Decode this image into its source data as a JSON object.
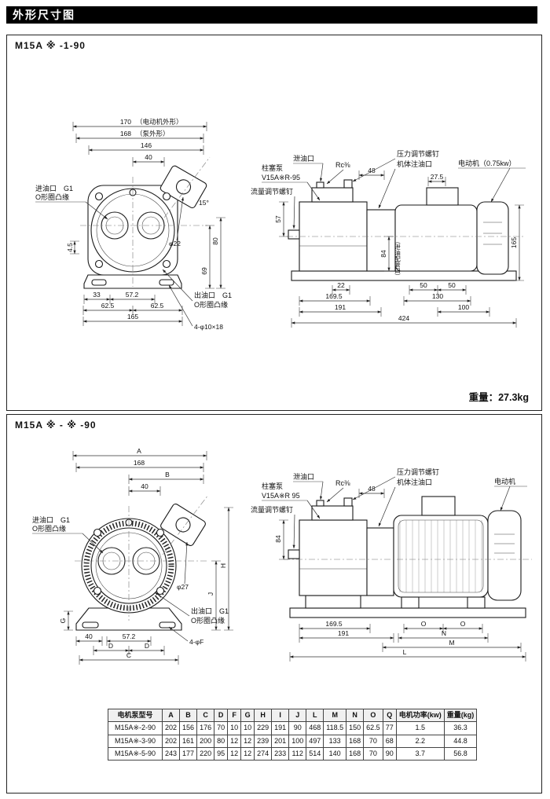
{
  "header": {
    "title": "外形尺寸图"
  },
  "s1": {
    "title": "M15A ※ -1-90",
    "weight": "重量：27.3kg",
    "front": {
      "d170": "170",
      "d170_note": "（电动机外形）",
      "d168": "168",
      "d168_note": "（泵外形）",
      "d146": "146",
      "d40": "40",
      "inlet_line1": "进油口　G1",
      "inlet_line2": "O形圈凸缘",
      "d4_5": "4.5",
      "phi22": "φ22",
      "deg15": "15°",
      "d69": "69",
      "d80": "80",
      "d33": "33",
      "d57_2": "57.2",
      "d62_5a": "62.5",
      "d62_5b": "62.5",
      "d165": "165",
      "outlet_line1": "出油口　G1",
      "outlet_line2": "O形圈凸缘",
      "holes": "4-φ10×18"
    },
    "side": {
      "drain": "泄油口",
      "rc": "Rc⅜",
      "d48": "48",
      "pressure_screw": "压力调节螺钉",
      "oil_fill": "机体注油口",
      "d27_5": "27.5",
      "motor": "电动机（0.75kw）",
      "pump1": "柱塞泵",
      "pump2": "V15A※R-95",
      "flow_screw": "流量调节螺钉",
      "d57": "57",
      "d84": "84",
      "drain_pipe_note": "（泄油配管口）",
      "d165": "165",
      "d22": "22",
      "d50a": "50",
      "d50b": "50",
      "d130": "130",
      "d169_5": "169.5",
      "d191": "191",
      "d100": "100",
      "d424": "424"
    }
  },
  "s2": {
    "title": "M15A ※ - ※ -90",
    "front": {
      "dA": "A",
      "d168": "168",
      "dB": "B",
      "d40": "40",
      "inlet_line1": "进油口　G1",
      "inlet_line2": "O形圈凸缘",
      "dG": "G",
      "d40b": "40",
      "d57_2": "57.2",
      "dD1": "D",
      "dD2": "D",
      "dC": "C",
      "outlet_line1": "出油口　G1",
      "outlet_line2": "O形圈凸缘",
      "holes": "4-φF",
      "phi27": "φ27",
      "dH": "H",
      "dJ": "J"
    },
    "side": {
      "drain": "泄油口",
      "rc": "Rc⅜",
      "d48": "48",
      "pressure_screw": "压力调节螺钉",
      "oil_fill": "机体注油口",
      "motor": "电动机",
      "pump1": "柱塞泵",
      "pump2": "V15A※R 95",
      "flow_screw": "流量调节螺钉",
      "d84": "84",
      "d169_5": "169.5",
      "d191": "191",
      "dO1": "O",
      "dO2": "O",
      "dN": "N",
      "dM": "M",
      "dL": "L"
    }
  },
  "table": {
    "headers": [
      "电机泵型号",
      "A",
      "B",
      "C",
      "D",
      "F",
      "G",
      "H",
      "I",
      "J",
      "L",
      "M",
      "N",
      "O",
      "Q",
      "电机功率(kw)",
      "重量(kg)"
    ],
    "rows": [
      [
        "M15A※-2-90",
        "202",
        "156",
        "176",
        "70",
        "10",
        "10",
        "229",
        "191",
        "90",
        "468",
        "118.5",
        "150",
        "62.5",
        "77",
        "1.5",
        "36.3"
      ],
      [
        "M15A※-3-90",
        "202",
        "161",
        "200",
        "80",
        "12",
        "12",
        "239",
        "201",
        "100",
        "497",
        "133",
        "168",
        "70",
        "68",
        "2.2",
        "44.8"
      ],
      [
        "M15A※-5-90",
        "243",
        "177",
        "220",
        "95",
        "12",
        "12",
        "274",
        "233",
        "112",
        "514",
        "140",
        "168",
        "70",
        "90",
        "3.7",
        "56.8"
      ]
    ]
  }
}
